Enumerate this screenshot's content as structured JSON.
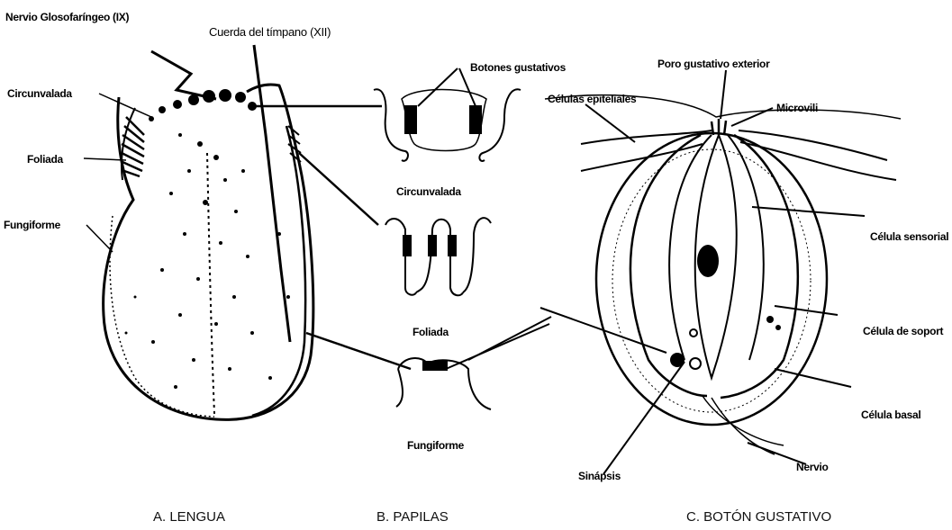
{
  "lengua": {
    "labels": {
      "nervio_glosofaringeo": "Nervio Glosofaríngeo (IX)",
      "cuerda_timpano": "Cuerda del tímpano (XII)",
      "circunvalada": "Circunvalada",
      "foliada": "Foliada",
      "fungiforme": "Fungiforme"
    },
    "caption": "A. LENGUA"
  },
  "papilas": {
    "labels": {
      "botones_gustativos": "Botones gustativos",
      "circunvalada": "Circunvalada",
      "foliada": "Foliada",
      "fungiforme": "Fungiforme"
    },
    "caption": "B. PAPILAS"
  },
  "boton": {
    "labels": {
      "poro": "Poro gustativo exterior",
      "celulas_epiteliales": "Células epiteliales",
      "microvili": "Microvili",
      "celula_sensorial": "Célula sensorial",
      "celula_soporte": "Célula de soport",
      "celula_basal": "Célula basal",
      "nervio": "Nervio",
      "sinapsis": "Sinápsis"
    },
    "caption": "C. BOTÓN GUSTATIVO"
  }
}
